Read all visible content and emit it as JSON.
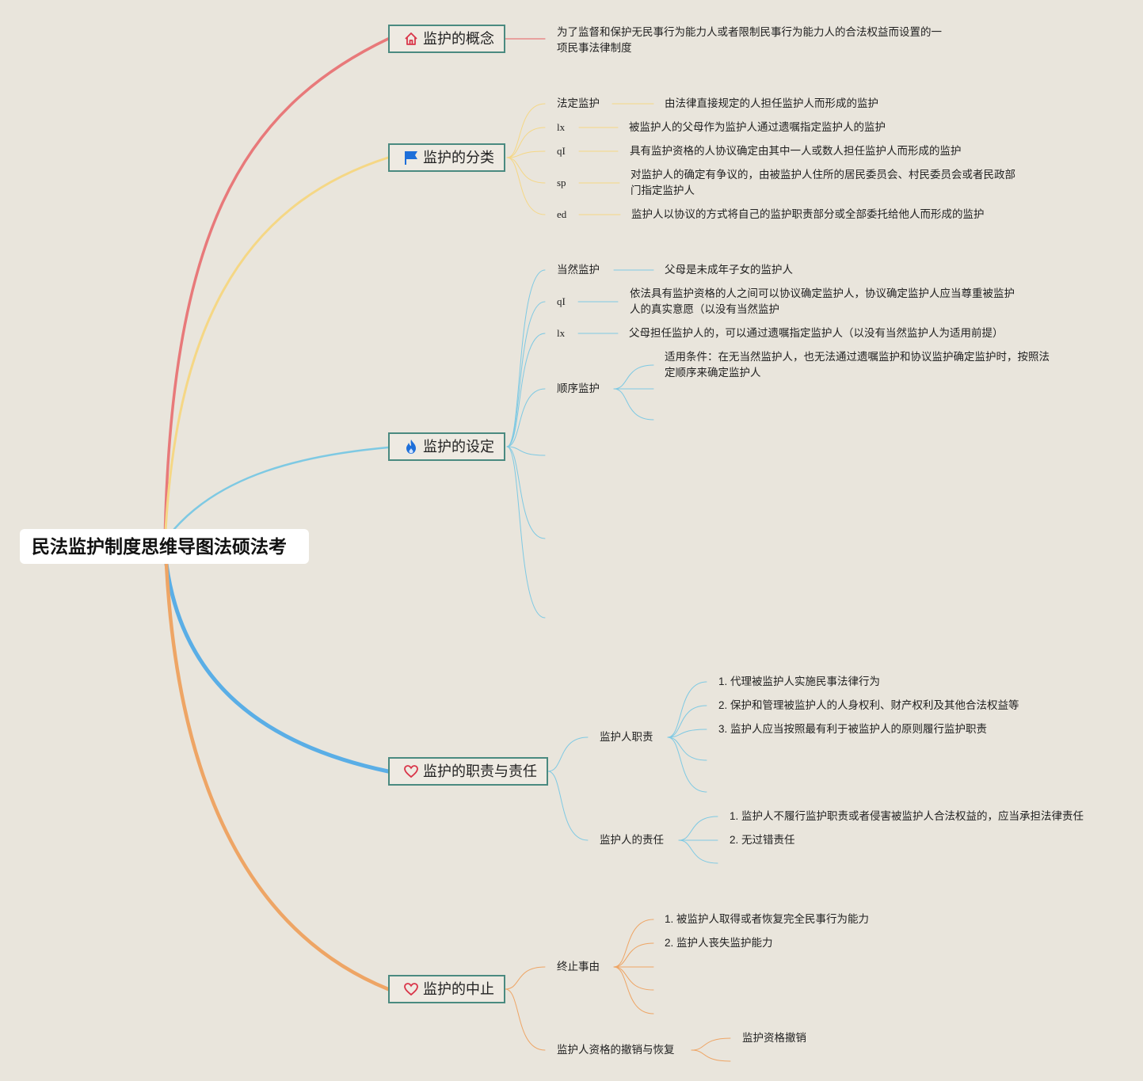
{
  "root": {
    "title": "民法监护制度思维导图法硕法考"
  },
  "branches": [
    {
      "label": "监护的概念",
      "icon": "home-icon"
    },
    {
      "label": "监护的分类",
      "icon": "flag-icon"
    },
    {
      "label": "监护的设定",
      "icon": "fire-icon"
    },
    {
      "label": "监护的职责与责任",
      "icon": "heart-icon"
    },
    {
      "label": "监护的中止",
      "icon": "heart-icon"
    }
  ],
  "concept": {
    "text": "为了监督和保护无民事行为能力人或者限制民事行为能力人的合法权益而设置的一项民事法律制度"
  },
  "classification": [
    {
      "label": "法定监护",
      "desc": "由法律直接规定的人担任监护人而形成的监护"
    },
    {
      "label": "lx",
      "desc": "被监护人的父母作为监护人通过遗嘱指定监护人的监护"
    },
    {
      "label": "qI",
      "desc": "具有监护资格的人协议确定由其中一人或数人担任监护人而形成的监护"
    },
    {
      "label": "sp",
      "desc": "对监护人的确定有争议的，由被监护人住所的居民委员会、村民委员会或者民政部门指定监护人"
    },
    {
      "label": "ed",
      "desc": "监护人以协议的方式将自己的监护职责部分或全部委托给他人而形成的监护"
    }
  ],
  "setting": [
    {
      "label": "当然监护",
      "desc": "父母是未成年子女的监护人"
    },
    {
      "label": "qI",
      "desc": "依法具有监护资格的人之间可以协议确定监护人，协议确定监护人应当尊重被监护人的真实意愿（以没有当然监护"
    },
    {
      "label": "lx",
      "desc": "父母担任监护人的，可以通过遗嘱指定监护人（以没有当然监护人为适用前提）"
    },
    {
      "label": "顺序监护",
      "desc": "适用条件：在无当然监护人，也无法通过遗嘱监护和协议监护确定监护时，按照法定顺序来确定监护人"
    }
  ],
  "duty": {
    "duty_label": "监护人职责",
    "duty_items": [
      "1. 代理被监护人实施民事法律行为",
      "2. 保护和管理被监护人的人身权利、财产权利及其他合法权益等",
      "3. 监护人应当按照最有利于被监护人的原则履行监护职责"
    ],
    "liability_label": "监护人的责任",
    "liability_items": [
      "1. 监护人不履行监护职责或者侵害被监护人合法权益的，应当承担法律责任",
      "2. 无过错责任"
    ]
  },
  "termination": {
    "reason_label": "终止事由",
    "reason_items": [
      "1. 被监护人取得或者恢复完全民事行为能力",
      "2. 监护人丧失监护能力"
    ],
    "revoke_label": "监护人资格的撤销与恢复",
    "revoke_items": [
      "监护资格撤销"
    ]
  },
  "colors": {
    "background": "#e9e5dc",
    "concept": "#e8797a",
    "classification": "#f5d785",
    "setting": "#7ec9e3",
    "duty": "#5aaee6",
    "termination": "#eea565",
    "box_border": "#4a8a80"
  }
}
